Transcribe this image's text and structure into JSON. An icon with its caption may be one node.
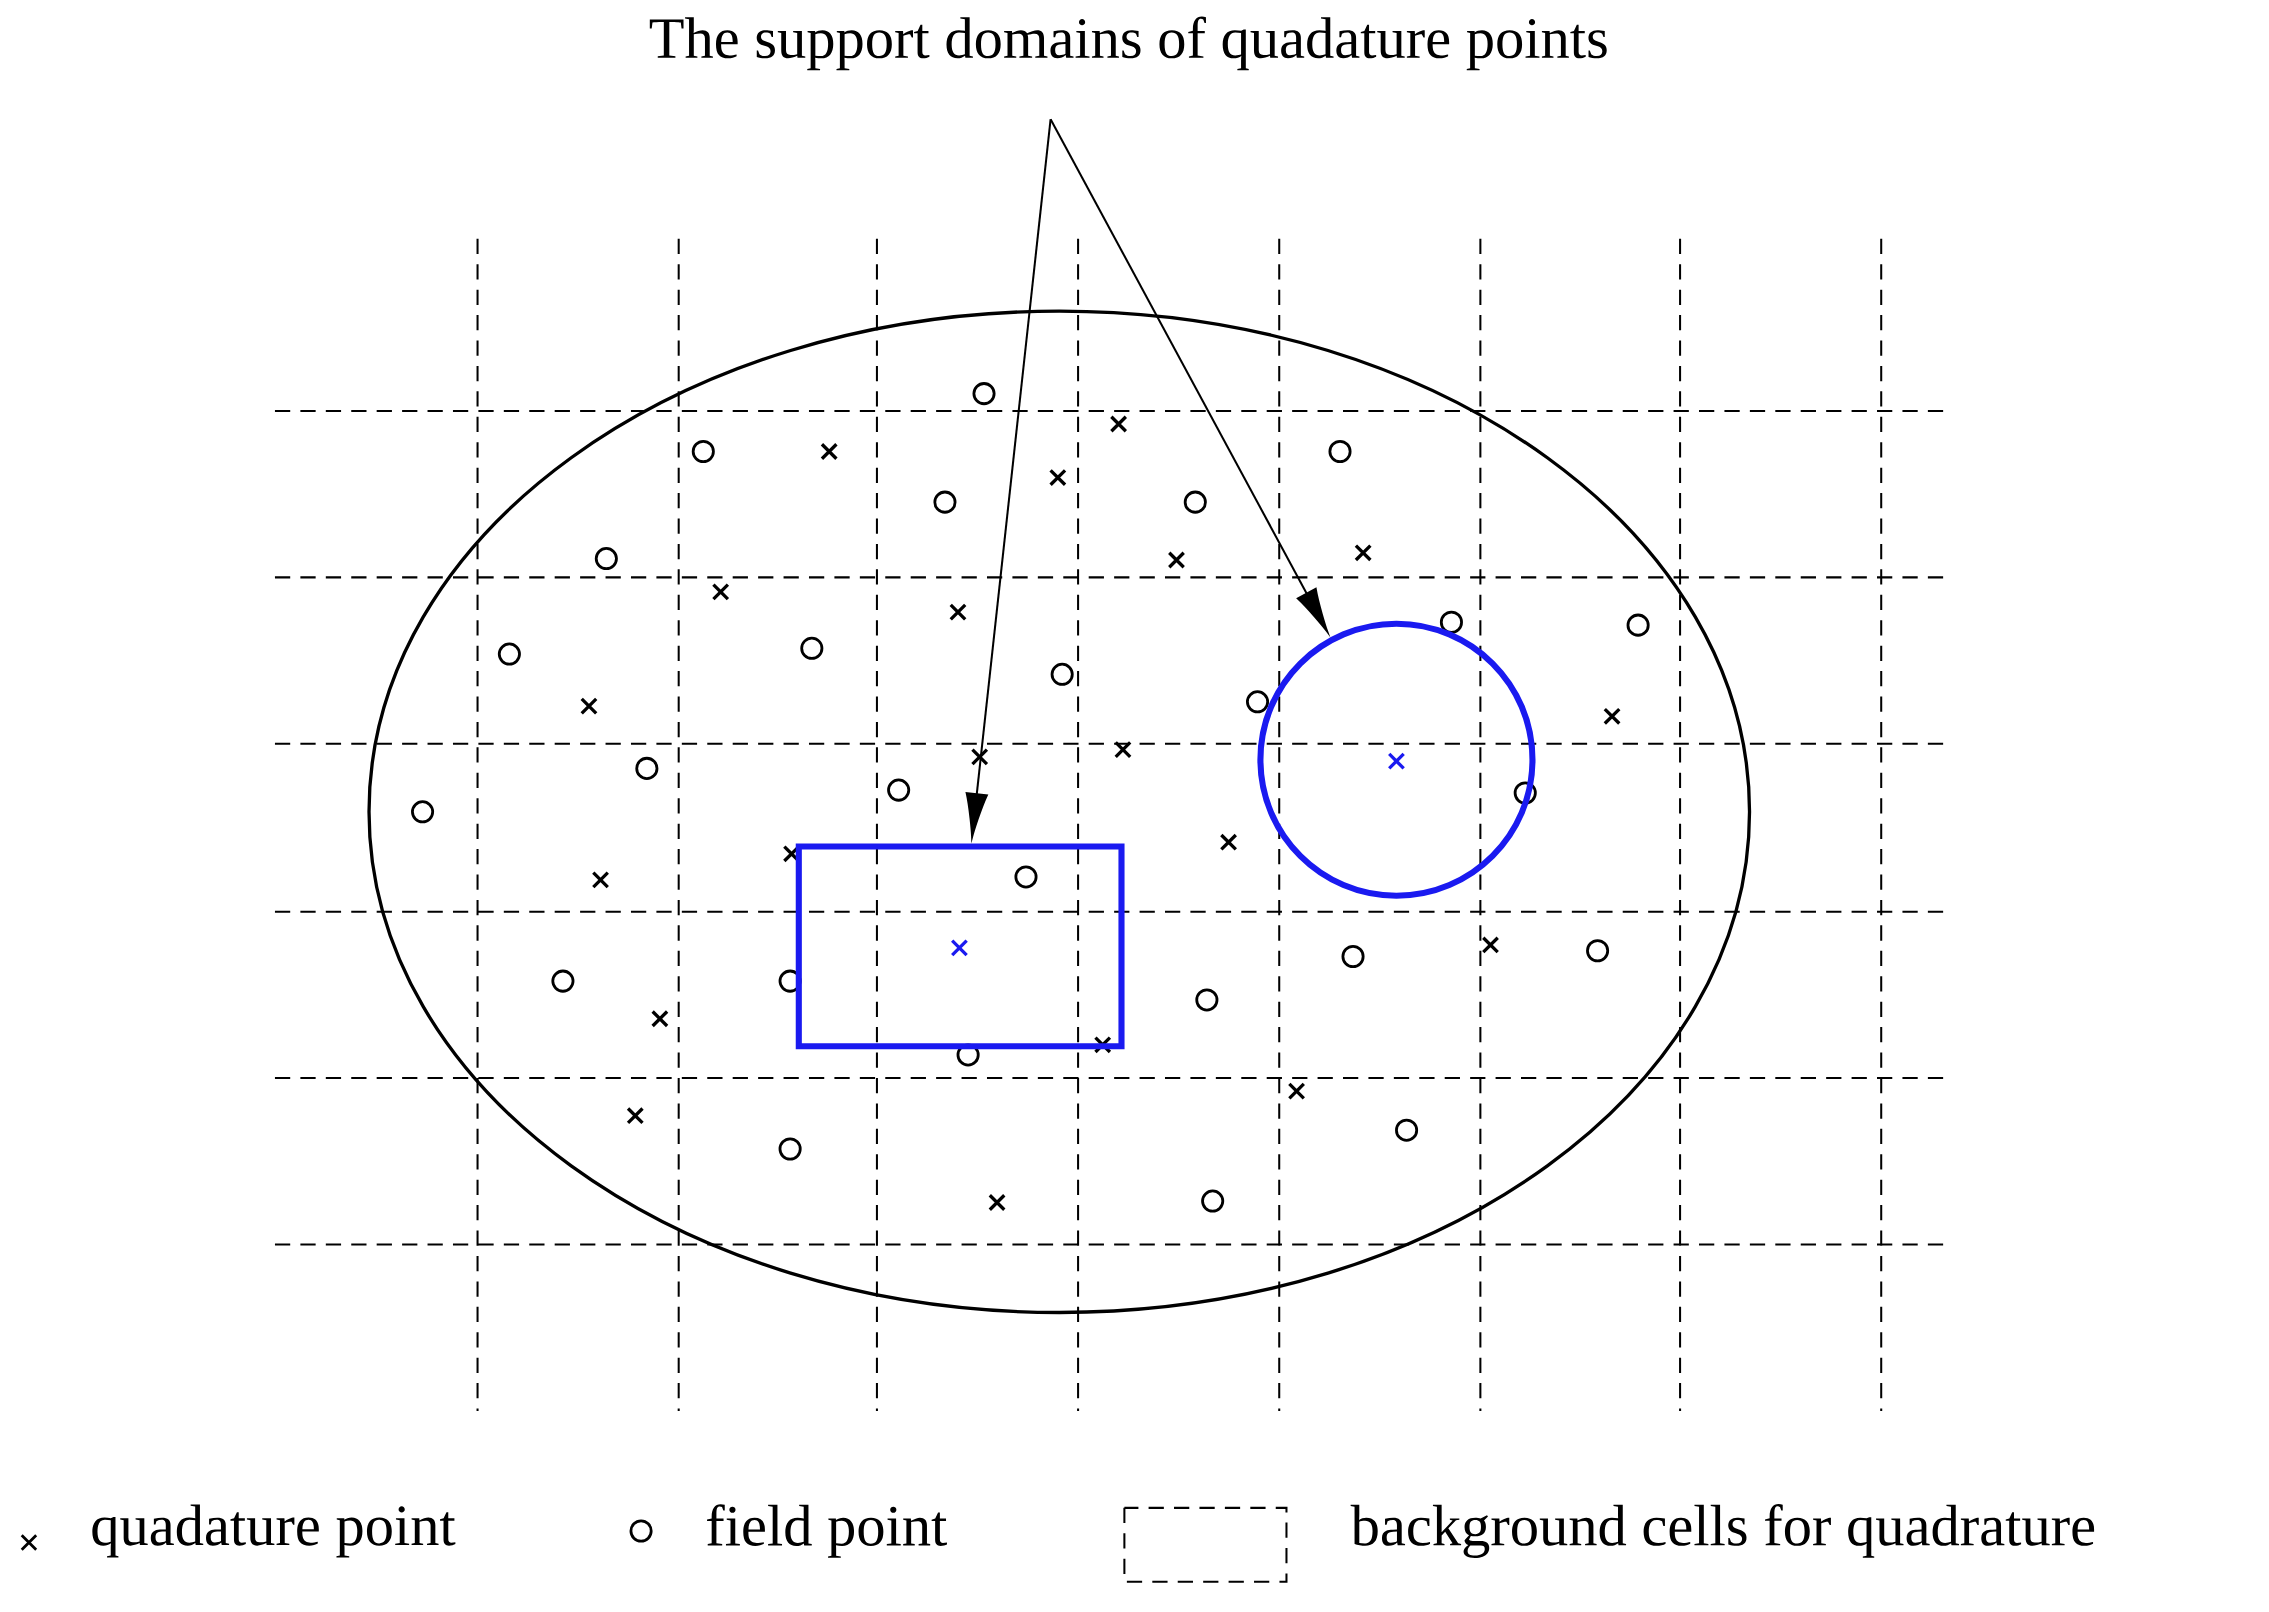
{
  "diagram": {
    "nodes": [
      {
        "text": [
          "The support domains of quadature points"
        ]
      },
      {
        "text": [],
        "shape": "box"
      },
      {
        "text": [],
        "shape": "circle"
      }
    ],
    "edges": [
      {
        "from": 0,
        "to": 1,
        "arrow": "to"
      },
      {
        "from": 0,
        "to": 2,
        "arrow": "to"
      }
    ],
    "legend": [
      {
        "text": "quadature point"
      },
      {
        "text": "field point"
      },
      {
        "text": "background cells for quadrature"
      }
    ]
  }
}
